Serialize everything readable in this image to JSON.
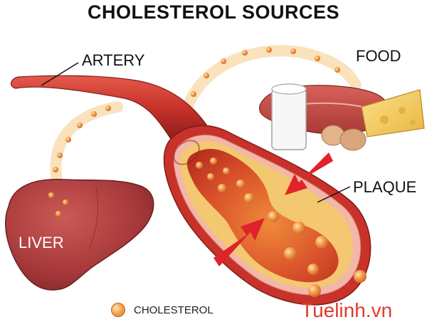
{
  "title": "CHOLESTEROL SOURCES",
  "labels": {
    "artery": "ARTERY",
    "food": "FOOD",
    "plaque": "PLAQUE",
    "liver": "LIVER"
  },
  "legend": {
    "label": "CHOLESTEROL"
  },
  "watermark": "Tuelinh.vn",
  "colors": {
    "artery_red": "#c8322a",
    "plaque_yellow": "#f4c870",
    "cholesterol_orange": "#f29a45",
    "liver_red": "#a8393a",
    "arrow_red": "#e0232a",
    "watermark_red": "#e23a2c"
  }
}
